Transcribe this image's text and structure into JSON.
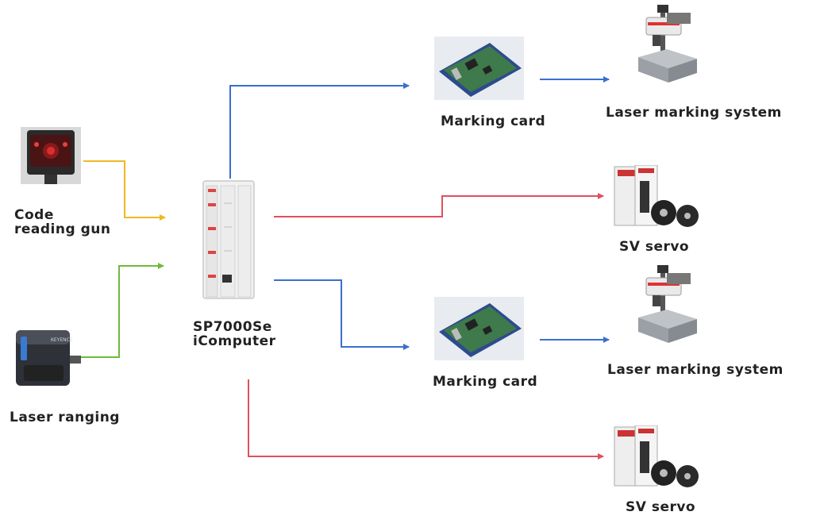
{
  "nodes": {
    "code_gun": {
      "label_line1": "Code",
      "label_line2": "reading gun"
    },
    "laser_ranging": {
      "label": "Laser ranging"
    },
    "controller": {
      "label_line1": "SP7000Se",
      "label_line2": "iComputer"
    },
    "marking_card_1": {
      "label": "Marking card"
    },
    "laser_system_1": {
      "label": "Laser marking system"
    },
    "servo_1": {
      "label": "SV servo"
    },
    "marking_card_2": {
      "label": "Marking card"
    },
    "laser_system_2": {
      "label": "Laser marking system"
    },
    "servo_2": {
      "label": "SV servo"
    }
  },
  "colors": {
    "blue": "#3a6fcf",
    "red": "#e0505e",
    "yellow": "#f0b820",
    "green": "#6cbb3c"
  }
}
